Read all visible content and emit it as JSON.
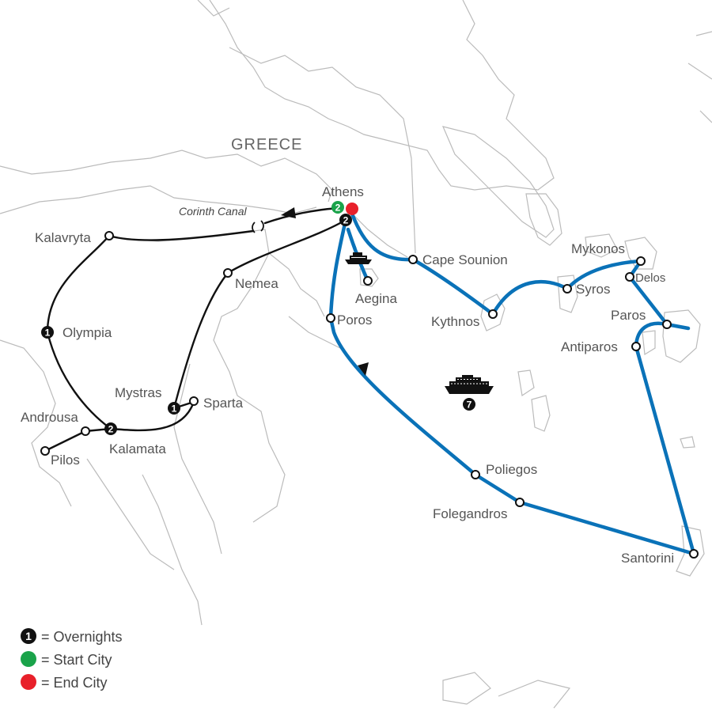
{
  "map": {
    "country_label": "GREECE",
    "canal_label": "Corinth Canal",
    "colors": {
      "land_border": "#bbbbbb",
      "land_route": "#111111",
      "sea_route": "#0a72b8",
      "start": "#1aa34a",
      "end": "#e8202a",
      "overnight": "#111111"
    },
    "cities": {
      "athens": "Athens",
      "kalavryta": "Kalavryta",
      "olympia": "Olympia",
      "nemea": "Nemea",
      "mystras": "Mystras",
      "sparta": "Sparta",
      "androusa": "Androusa",
      "pilos": "Pilos",
      "kalamata": "Kalamata",
      "aegina": "Aegina",
      "poros": "Poros",
      "cape_sounion": "Cape Sounion",
      "kythnos": "Kythnos",
      "syros": "Syros",
      "mykonos": "Mykonos",
      "delos": "Delos",
      "paros": "Paros",
      "antiparos": "Antiparos",
      "poliegos": "Poliegos",
      "folegandros": "Folegandros",
      "santorini": "Santorini"
    },
    "overnights": {
      "athens_start": "2",
      "athens_loop": "2",
      "olympia": "1",
      "mystras": "1",
      "kalamata": "2",
      "cruise": "7"
    },
    "icons": [
      "ship-icon",
      "cruise-ship-icon",
      "direction-arrow-icon"
    ]
  },
  "legend": {
    "overnights": {
      "symbol": "1",
      "label": "= Overnights"
    },
    "start_city": {
      "label": "= Start City"
    },
    "end_city": {
      "label": "= End City"
    }
  }
}
